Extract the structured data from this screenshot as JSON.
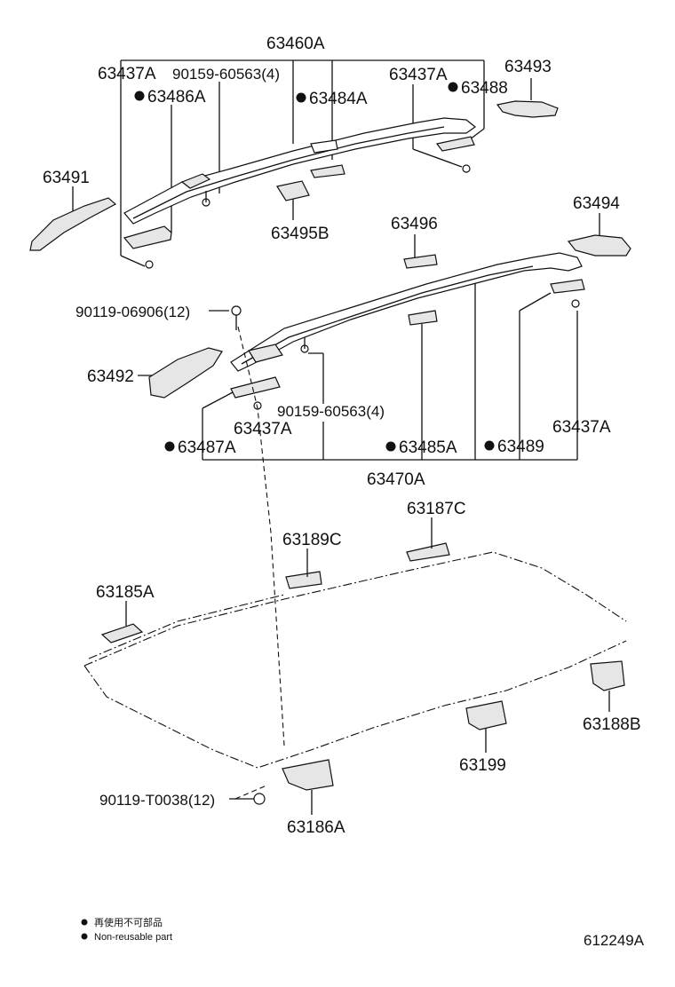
{
  "labels": {
    "p63460A": "63460A",
    "p63437A_1": "63437A",
    "p90159_top": "90159-60563(4)",
    "p63437A_2": "63437A",
    "p63493": "63493",
    "p63486A": "63486A",
    "p63484A": "63484A",
    "p63488": "63488",
    "p63491": "63491",
    "p63495B": "63495B",
    "p63496": "63496",
    "p63494": "63494",
    "p90119_06906": "90119-06906(12)",
    "p63492": "63492",
    "p63437A_3": "63437A",
    "p90159_mid": "90159-60563(4)",
    "p63437A_4": "63437A",
    "p63487A": "63487A",
    "p63485A": "63485A",
    "p63489": "63489",
    "p63470A": "63470A",
    "p63187C": "63187C",
    "p63189C": "63189C",
    "p63185A": "63185A",
    "p63188B": "63188B",
    "p63199": "63199",
    "p90119_T0038": "90119-T0038(12)",
    "p63186A": "63186A"
  },
  "legend": {
    "line_jp": "再使用不可部品",
    "line_en": "Non-reusable part"
  },
  "diagram_code": "612249A"
}
